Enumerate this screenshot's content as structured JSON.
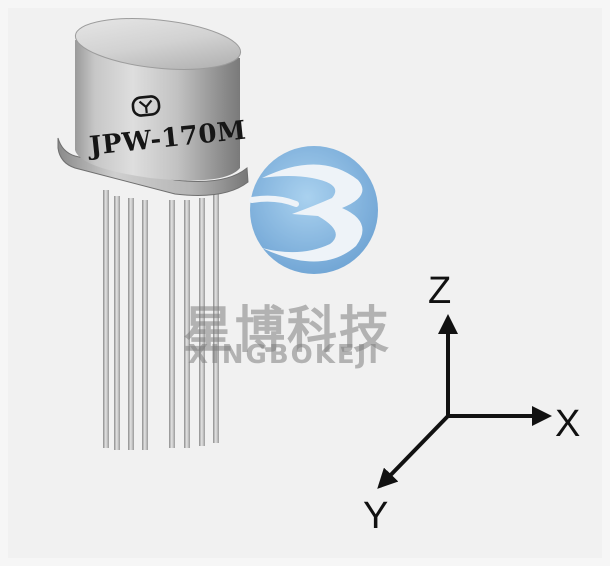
{
  "product": {
    "logo_icon": "yellow-river-logo-icon",
    "model": "JPW-170M"
  },
  "watermark": {
    "logo_icon": "xingbokeji-b-logo-icon",
    "chinese": "星博科技",
    "latin": "XINGBOKEJI"
  },
  "axes": {
    "x": "X",
    "y": "Y",
    "z": "Z"
  },
  "colors": {
    "background": "#f1f1f1",
    "can_metal": "#b9b9b9",
    "watermark_blue": "#3d86c9",
    "axis_stroke": "#111111"
  }
}
